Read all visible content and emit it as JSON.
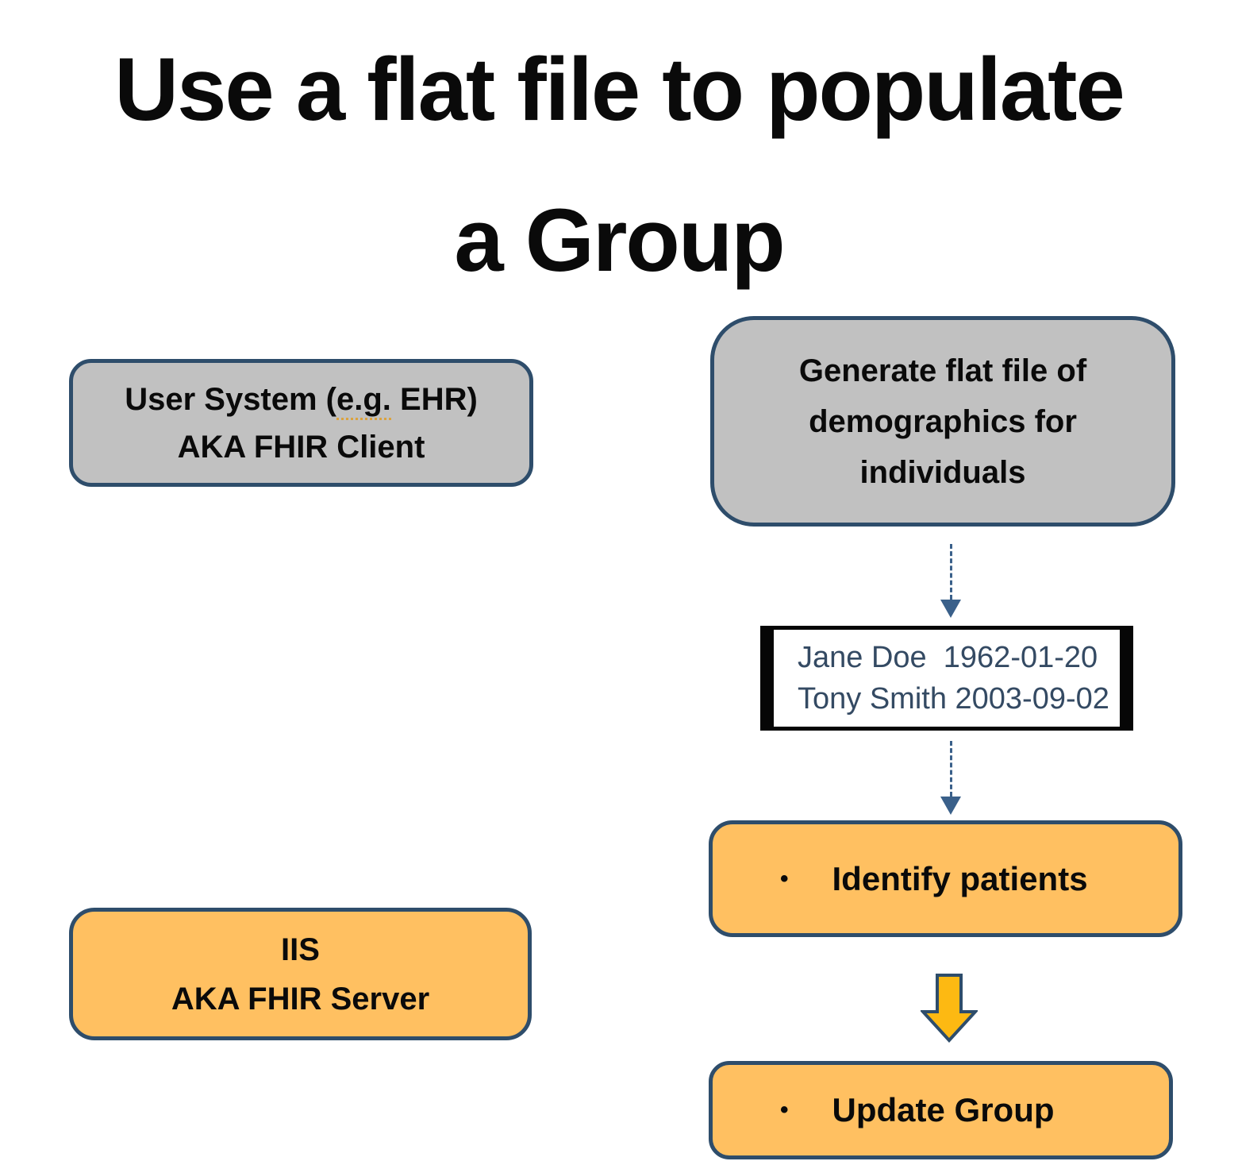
{
  "slide": {
    "title": {
      "line1": "Use a flat file to populate",
      "line2": "a Group"
    }
  },
  "client_box": {
    "line1_pre": "User System (",
    "line1_typo": "e.g.",
    "line1_post": " EHR)",
    "line2": "AKA FHIR Client"
  },
  "generate_box": {
    "line1": "Generate flat file of",
    "line2": "demographics for",
    "line3": "individuals"
  },
  "flat_file_box": {
    "line1": "Jane Doe  1962-01-20",
    "line2": "Tony Smith 2003-09-02"
  },
  "identify_box": {
    "bullet": "•",
    "label": "Identify patients"
  },
  "update_box": {
    "bullet": "•",
    "label": "Update Group"
  },
  "iis_box": {
    "line1": "IIS",
    "line2": "AKA FHIR Server"
  },
  "colors": {
    "gray_fill": "#c1c1c1",
    "orange_fill": "#ffc061",
    "navy_border": "#2e4d6b",
    "gold_block_arrow": "#fdb912",
    "steel_dashed_arrow": "#3a608a",
    "flat_file_text": "#344a63",
    "title_text": "#0a0a0a",
    "typo_underline": "#dba23e"
  }
}
